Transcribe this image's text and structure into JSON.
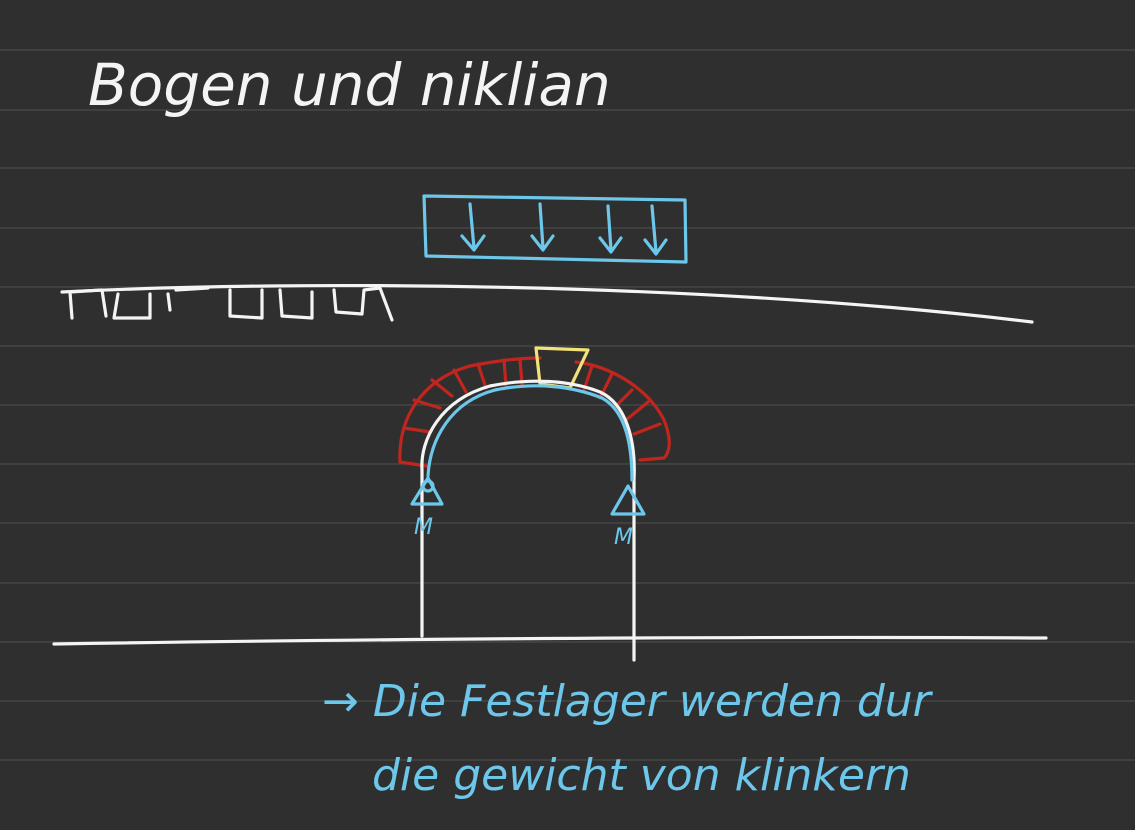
{
  "note": {
    "title": "Bogen und niklian",
    "support_left_label": "M",
    "support_right_label": "M",
    "caption_line1": "→ Die Festlager werden dur",
    "caption_line2": "die gewicht von klinkern"
  },
  "colors": {
    "background": "#2f2f2f",
    "ruled_line": "#4a4a4a",
    "ink_white": "#f4f4f4",
    "ink_blue": "#6cc7ea",
    "ink_red": "#c0261e",
    "ink_yellow": "#f3e27a"
  }
}
